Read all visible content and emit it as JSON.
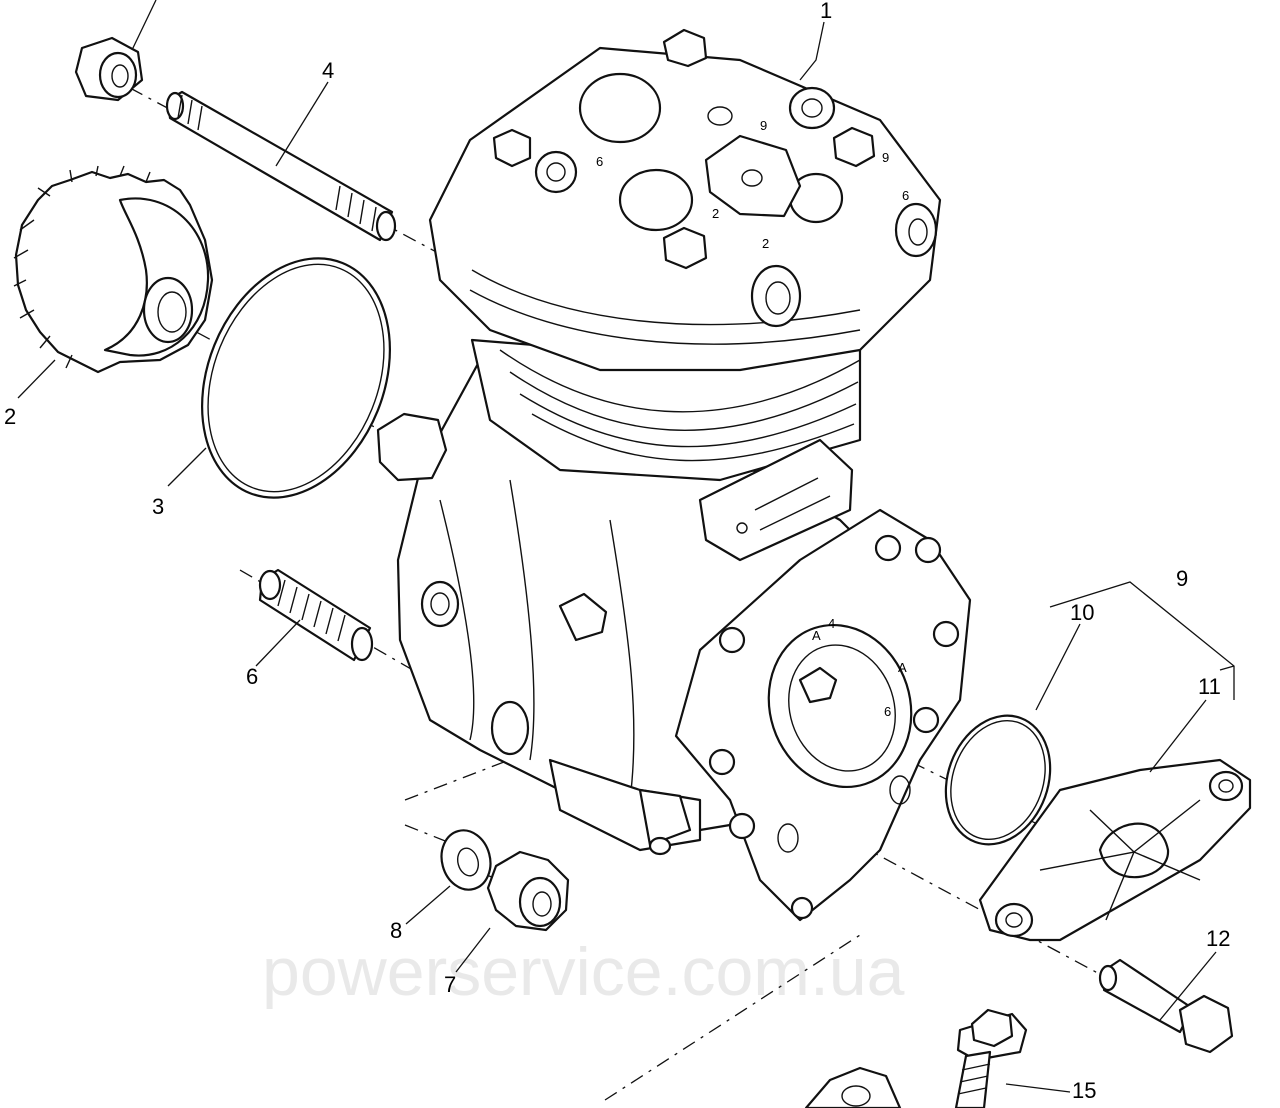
{
  "watermark": "powerservice.com.ua",
  "head_marks": {
    "port_a": "9",
    "port_b": "6",
    "port_c": "2",
    "port_d": "2",
    "port_e": "6",
    "port_f": "9"
  },
  "flange_marks": {
    "a1": "A",
    "n4": "4",
    "a2": "A",
    "n6": "6"
  },
  "callouts": [
    {
      "id": "label-1",
      "text": "1"
    },
    {
      "id": "label-2",
      "text": "2"
    },
    {
      "id": "label-3",
      "text": "3"
    },
    {
      "id": "label-4",
      "text": "4"
    },
    {
      "id": "label-6",
      "text": "6"
    },
    {
      "id": "label-7",
      "text": "7"
    },
    {
      "id": "label-8",
      "text": "8"
    },
    {
      "id": "label-9",
      "text": "9"
    },
    {
      "id": "label-10",
      "text": "10"
    },
    {
      "id": "label-11",
      "text": "11"
    },
    {
      "id": "label-12",
      "text": "12"
    },
    {
      "id": "label-15",
      "text": "15"
    }
  ]
}
